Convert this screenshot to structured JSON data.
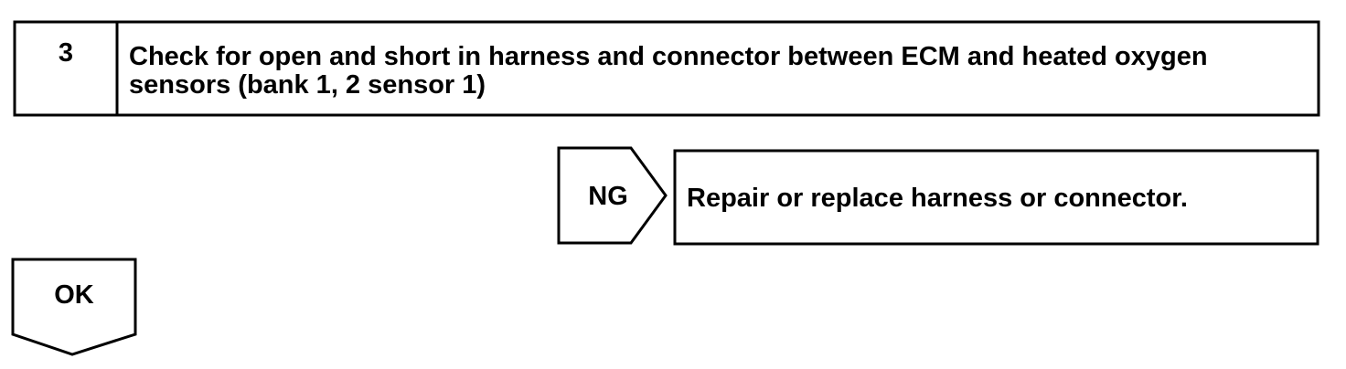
{
  "step": {
    "number": "3",
    "title": "Check for open and short in harness and connector between ECM and heated oxygen sensors (bank 1, 2 sensor 1)"
  },
  "ng_branch": {
    "label": "NG",
    "action": "Repair or replace harness or connector."
  },
  "ok_branch": {
    "label": "OK"
  }
}
